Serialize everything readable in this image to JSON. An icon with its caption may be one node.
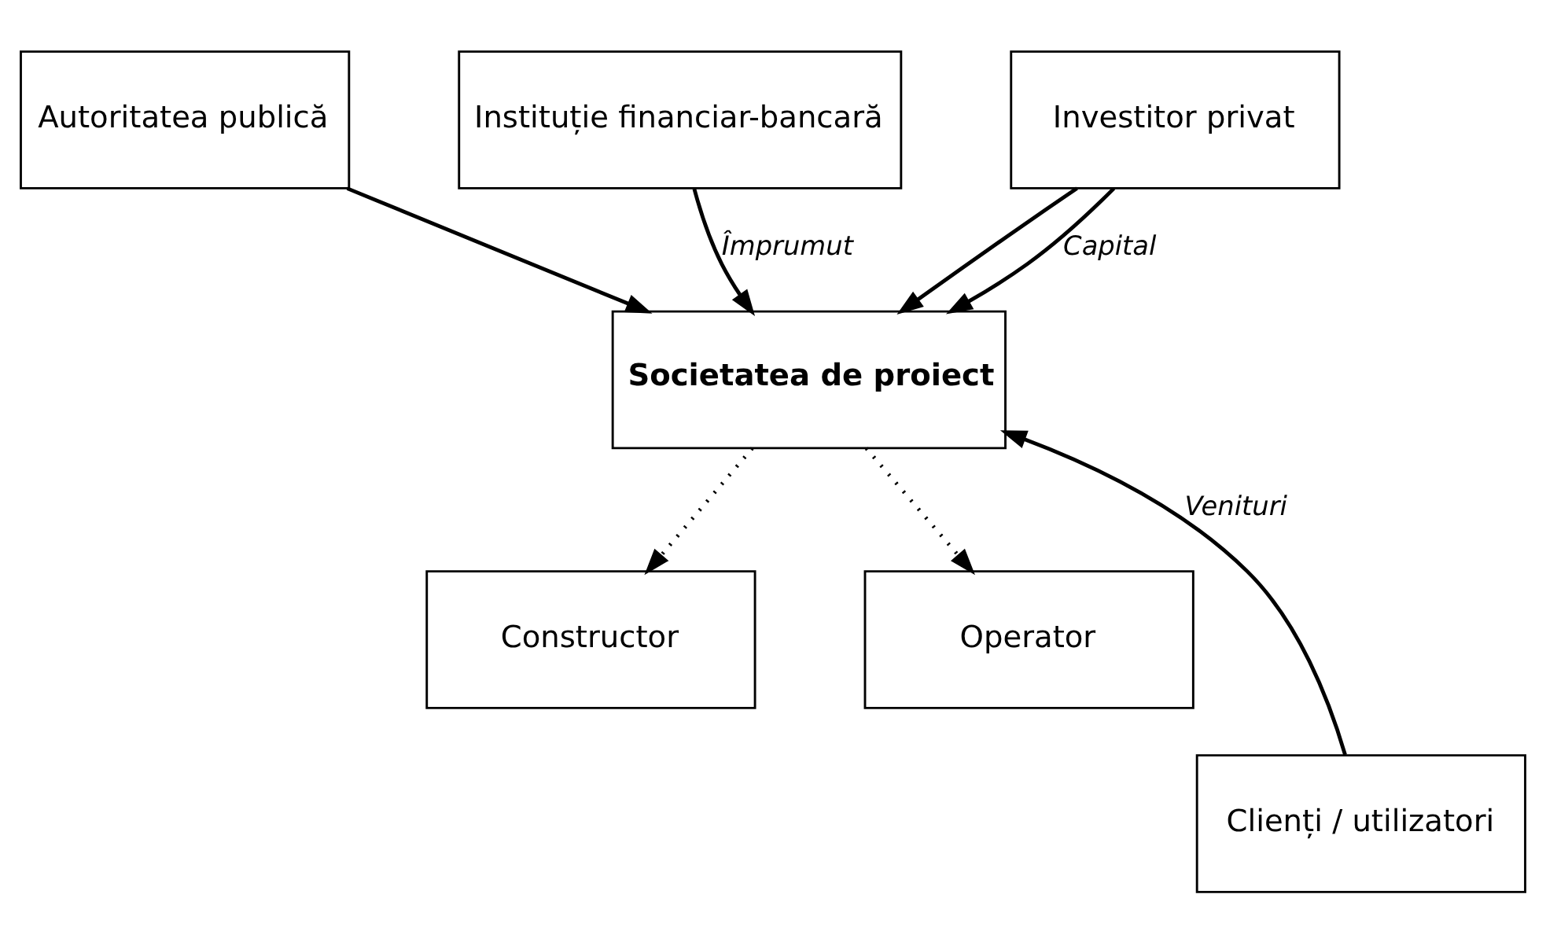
{
  "diagram": {
    "nodes": [
      {
        "text": [
          "Autoritatea publică"
        ]
      },
      {
        "text": [
          "Instituție financiar-bancară"
        ]
      },
      {
        "text": [
          "Investitor privat"
        ]
      },
      {
        "text": [
          "Societatea de proiect"
        ]
      },
      {
        "text": [
          "Constructor"
        ]
      },
      {
        "text": [
          "Operator"
        ]
      },
      {
        "text": [
          "Clienți / utilizatori"
        ]
      }
    ],
    "edges": [
      {
        "from": 0,
        "to": 3,
        "arrow": "to"
      },
      {
        "from": 2,
        "to": 3,
        "arrow": "to"
      },
      {
        "from": 1,
        "to": 3,
        "arrow": "to",
        "label": "Împrumut"
      },
      {
        "from": 2,
        "to": 3,
        "arrow": "to",
        "label": "Capital"
      },
      {
        "from": 3,
        "to": 4,
        "arrow": "to",
        "style": "dashed"
      },
      {
        "from": 3,
        "to": 5,
        "arrow": "to",
        "style": "dashed"
      },
      {
        "from": 6,
        "to": 3,
        "arrow": "to",
        "label": "Venituri"
      }
    ]
  }
}
